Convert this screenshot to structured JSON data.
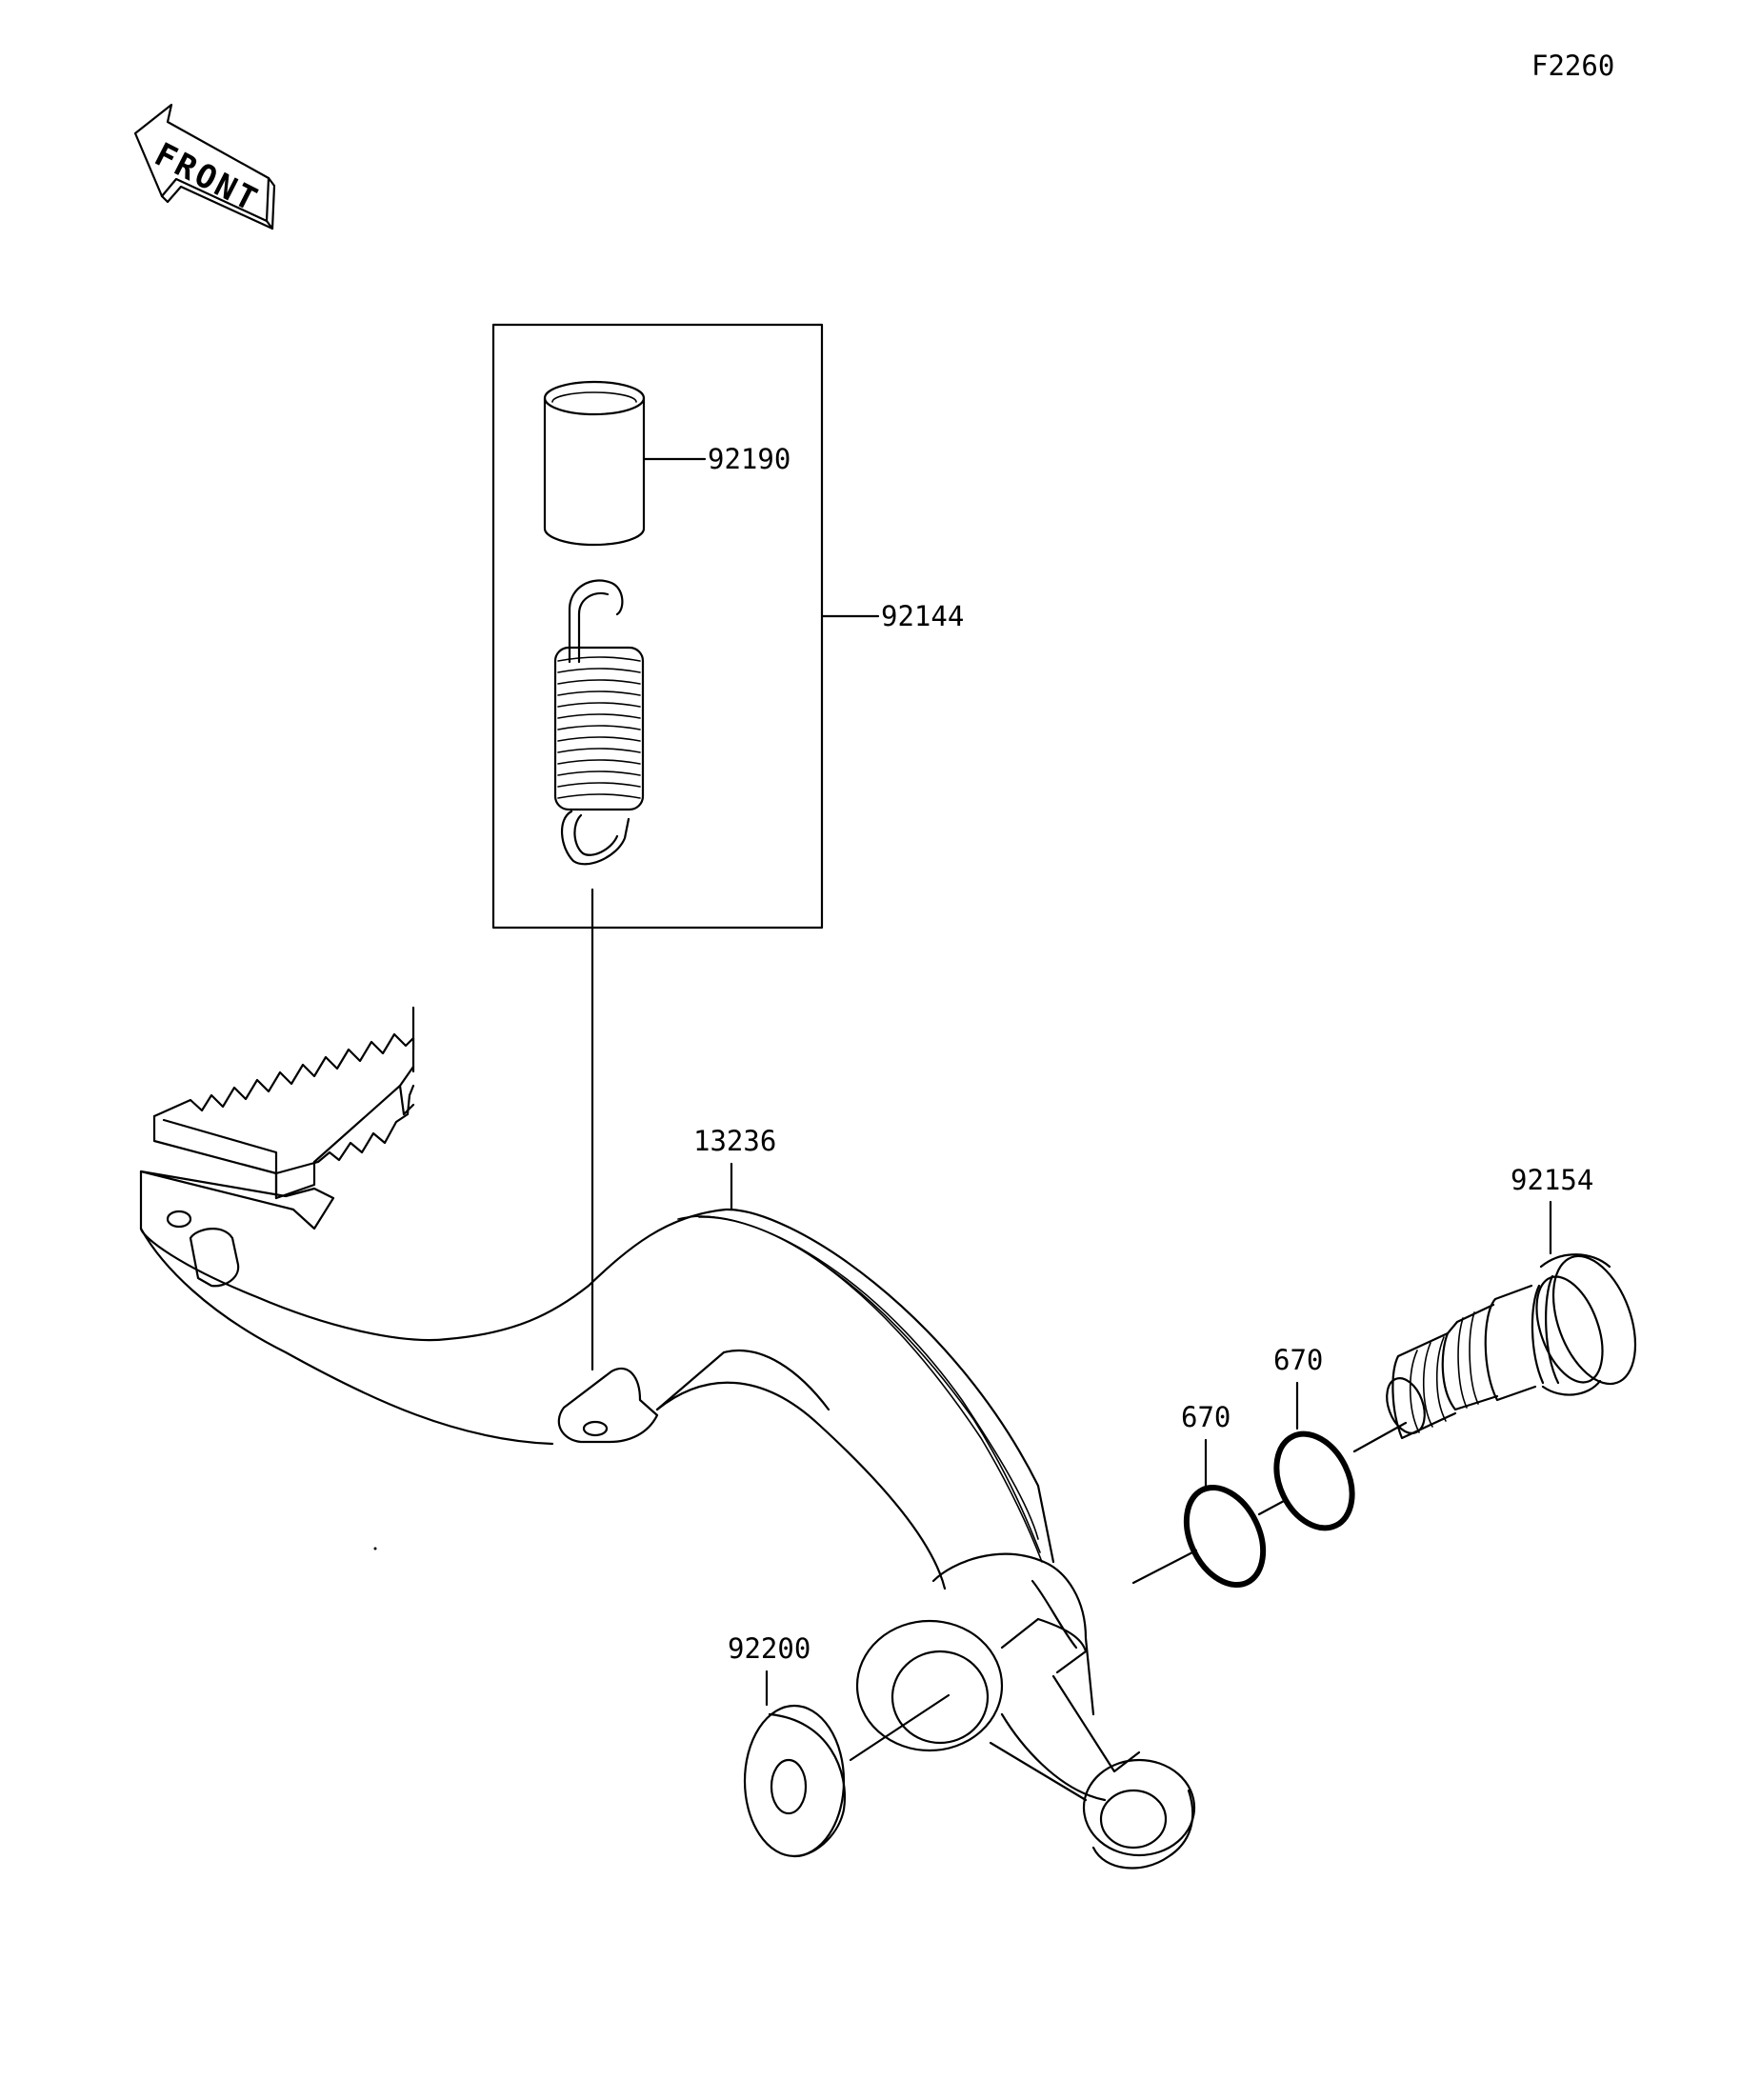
{
  "figure_code": "F2260",
  "front_arrow": {
    "text": "FRONT",
    "icon": "front-direction-arrow-icon"
  },
  "parts": [
    {
      "part_no": "92190"
    },
    {
      "part_no": "92144"
    },
    {
      "part_no": "13236"
    },
    {
      "part_no": "92154"
    },
    {
      "part_no": "670"
    },
    {
      "part_no": "670"
    },
    {
      "part_no": "92200"
    }
  ]
}
